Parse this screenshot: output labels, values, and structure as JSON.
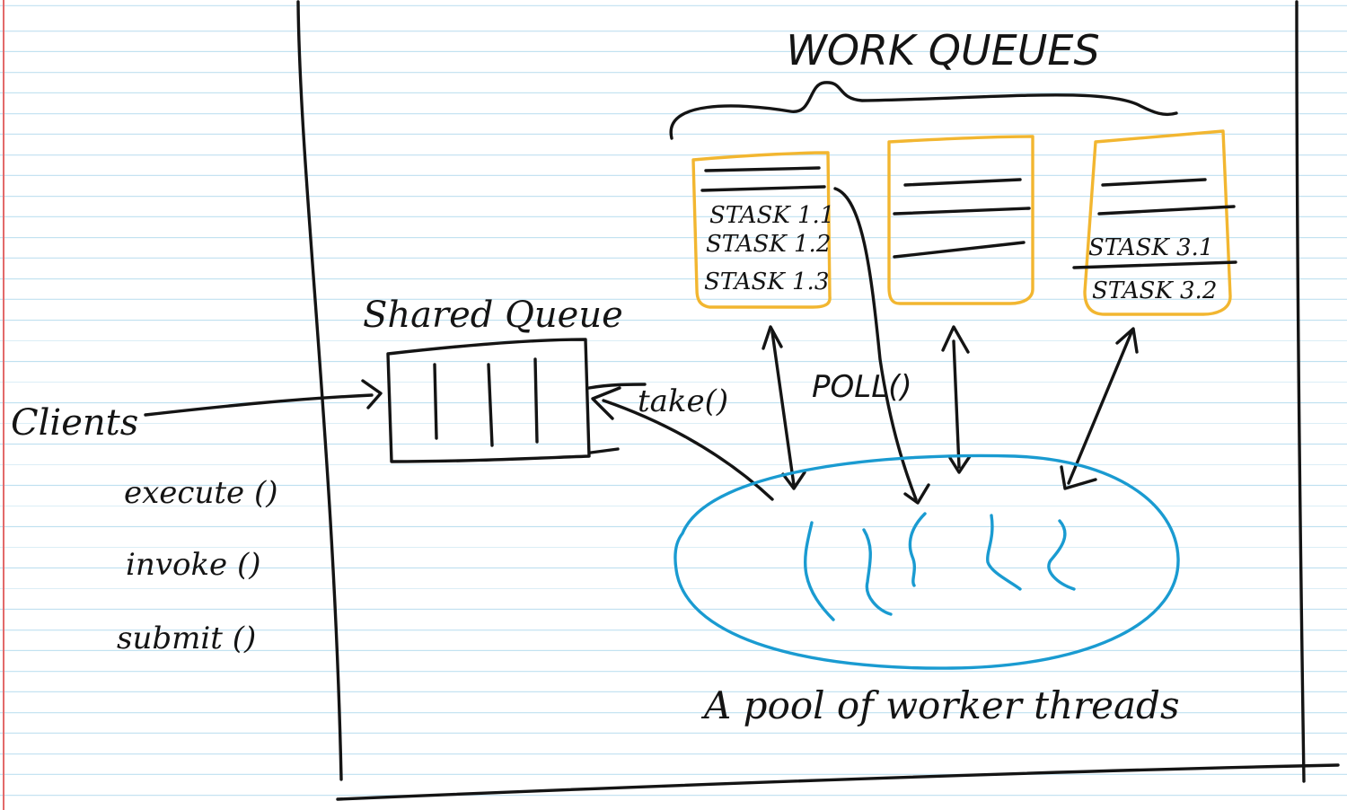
{
  "diagram": {
    "title": "WORK QUEUES",
    "shared_queue_label": "Shared Queue",
    "clients_label": "Clients",
    "client_methods": [
      "execute ()",
      "invoke ()",
      "submit ()"
    ],
    "take_label": "take()",
    "poll_label": "POLL()",
    "pool_label": "A pool of worker threads",
    "work_queues": [
      {
        "id": "queue-1",
        "tasks": [
          "STASK 1.1",
          "STASK 1.2",
          "STASK 1.3"
        ]
      },
      {
        "id": "queue-2",
        "tasks": []
      },
      {
        "id": "queue-3",
        "tasks": [
          "STASK 3.1",
          "STASK 3.2"
        ]
      }
    ]
  },
  "colors": {
    "ink": "#141414",
    "work_queue_outline": "#f2b630",
    "thread_pool_outline": "#1a9bd1",
    "ruled_lines": "#bfe0f0",
    "margin_line": "#e36a6a"
  }
}
